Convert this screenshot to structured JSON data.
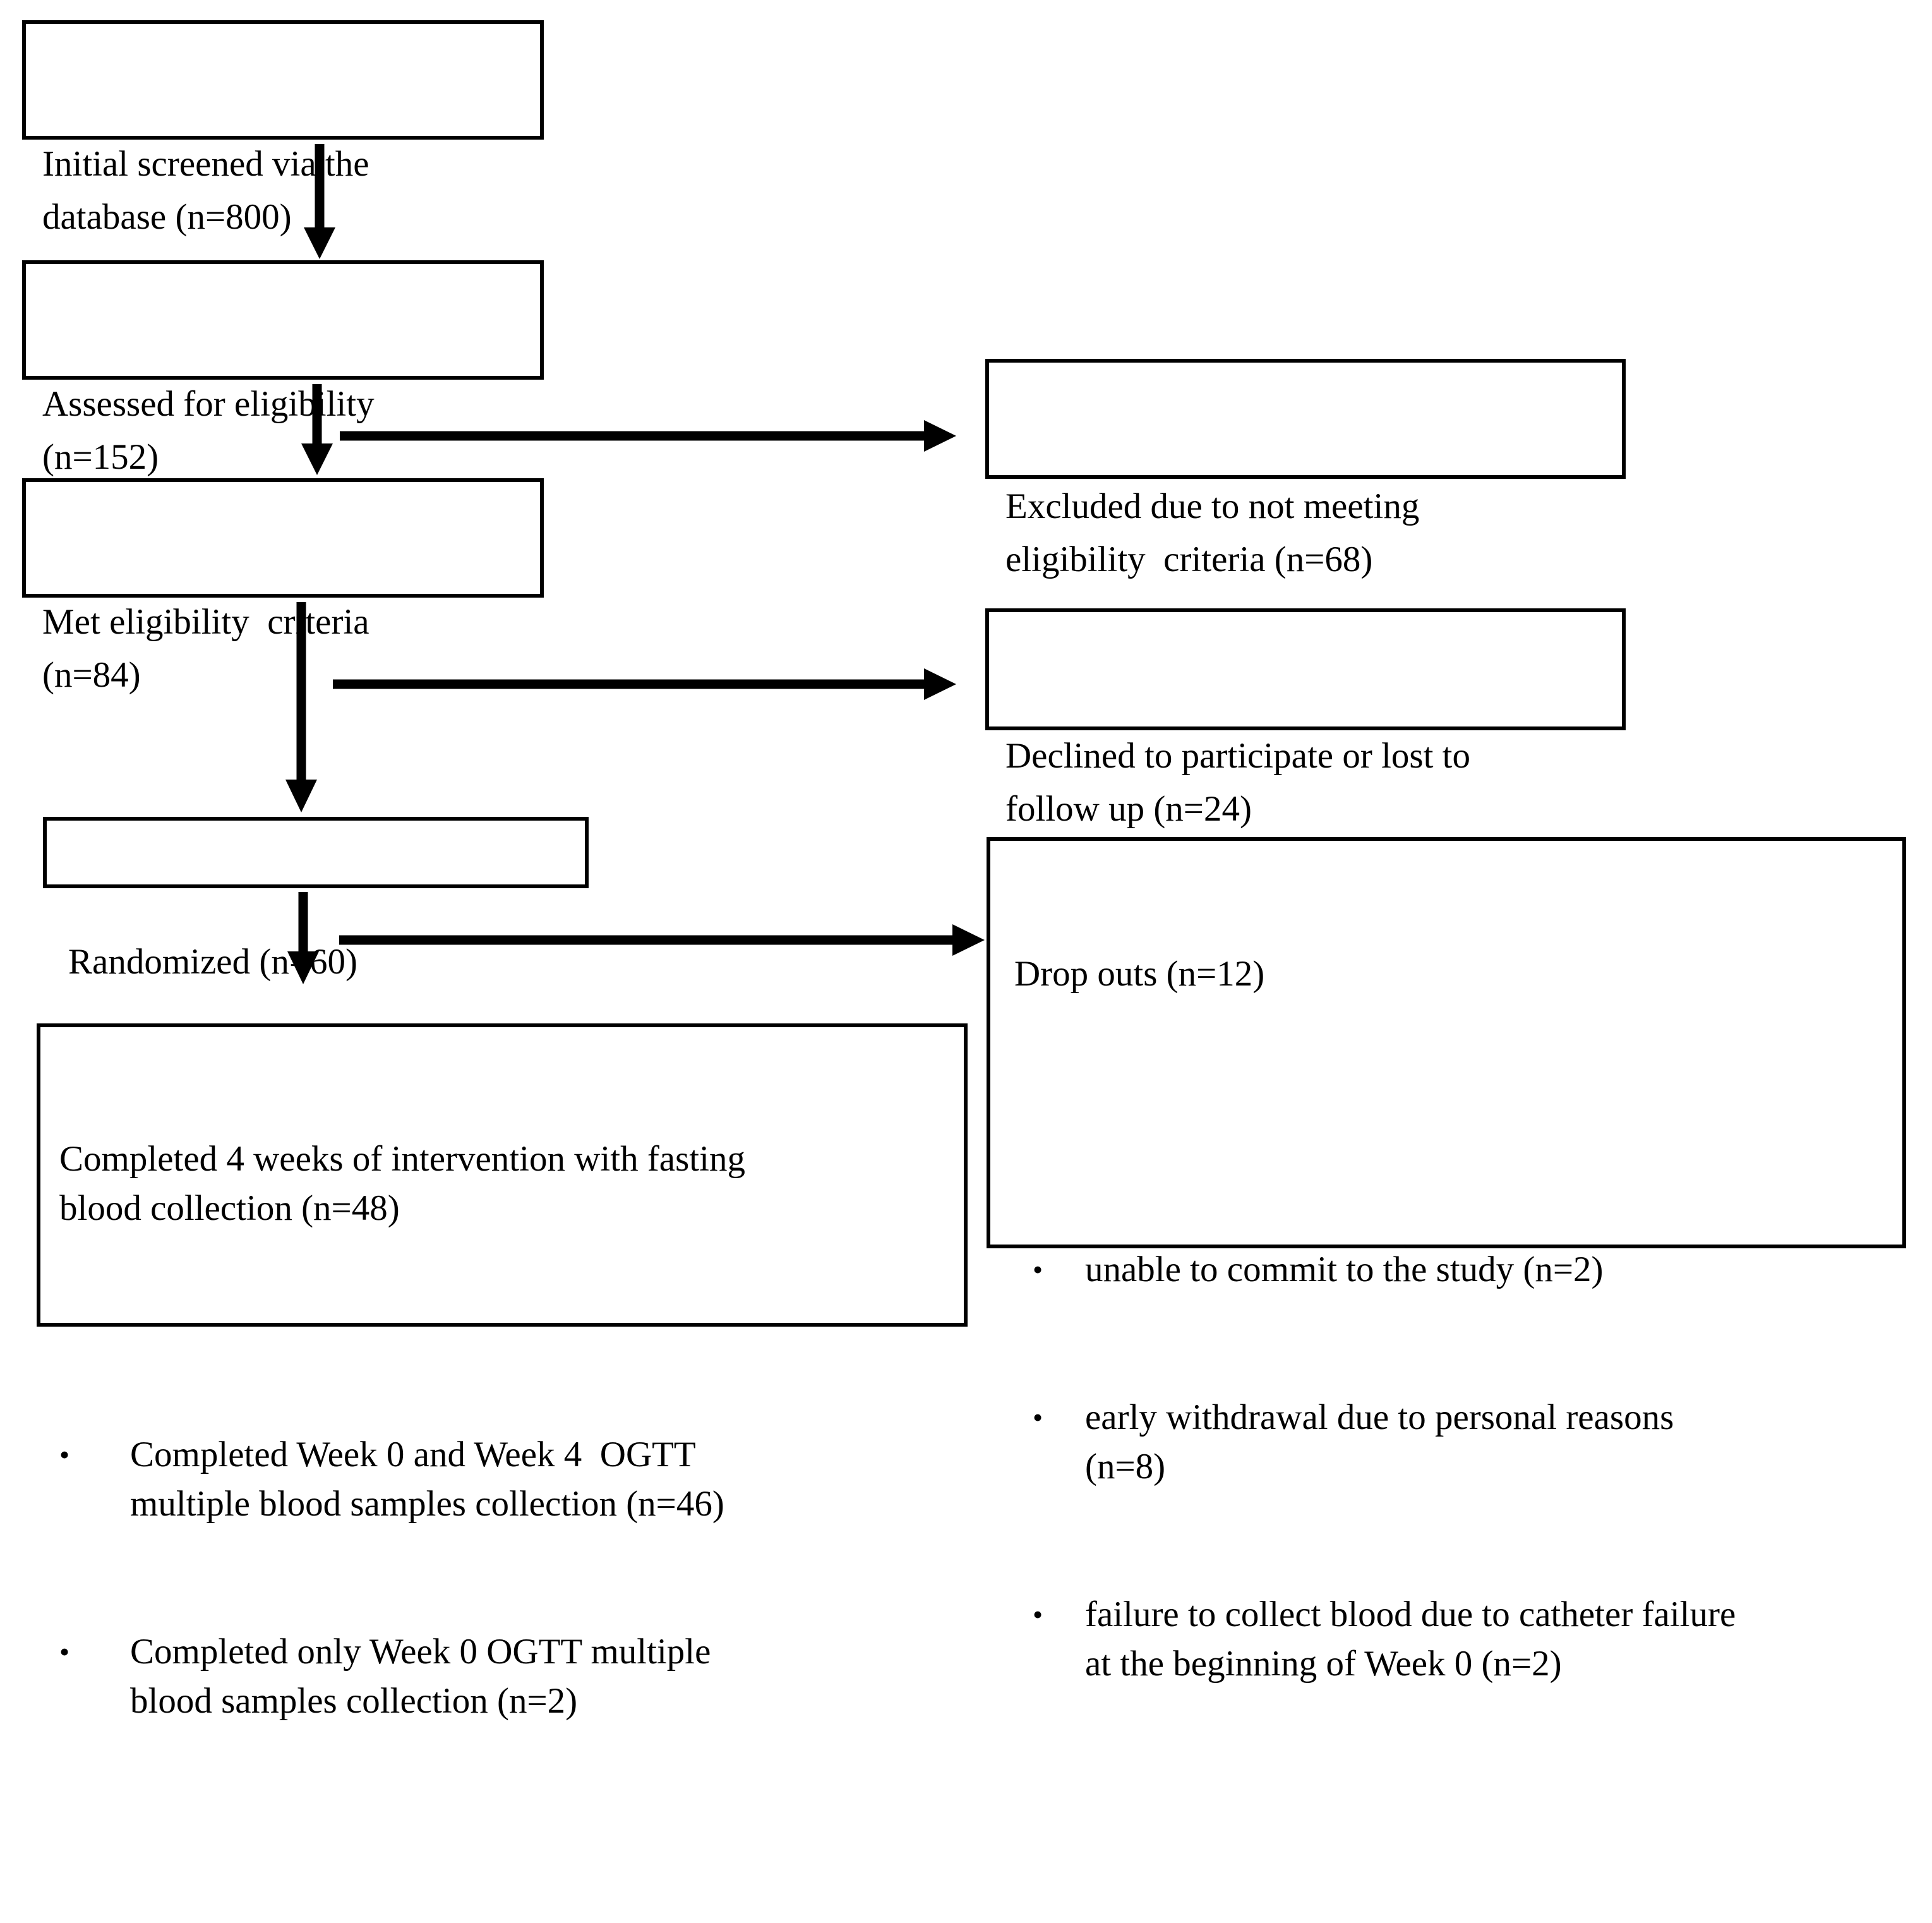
{
  "diagram": {
    "type": "consort-flowchart",
    "colors": {
      "ink": "#000000",
      "background": "#ffffff"
    },
    "bullet_char": "•",
    "boxes": {
      "initial": {
        "text": "Initial screened via the\ndatabase (n=800)"
      },
      "assessed": {
        "text": "Assessed for eligibility\n(n=152)"
      },
      "met": {
        "text": "Met eligibility  criteria\n(n=84)"
      },
      "excluded": {
        "text": "Excluded due to not meeting\neligibility  criteria (n=68)"
      },
      "declined": {
        "text": "Declined to participate or lost to\nfollow up (n=24)"
      },
      "randomized": {
        "text": "Randomized (n=60)"
      },
      "dropouts": {
        "title": "Drop outs (n=12)",
        "bullets": [
          "unable to commit to the study (n=2)",
          "early withdrawal due to personal reasons\n(n=8)",
          "failure to collect blood due to catheter failure\nat the beginning of Week 0 (n=2)"
        ]
      },
      "completed": {
        "title": "Completed 4 weeks of intervention with fasting\nblood collection (n=48)",
        "bullets": [
          "Completed Week 0 and Week 4  OGTT\nmultiple blood samples collection (n=46)",
          "Completed only Week 0 OGTT multiple\nblood samples collection (n=2)"
        ]
      }
    }
  }
}
